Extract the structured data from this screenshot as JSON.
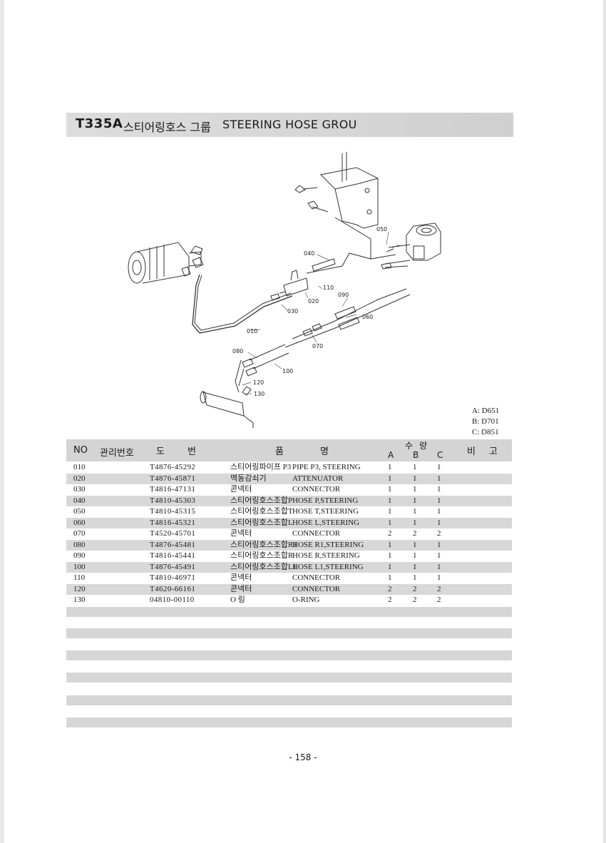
{
  "header": {
    "code": "T335A",
    "title_ko": "스티어링호스 그룹",
    "title_en": "STEERING HOSE GROU"
  },
  "diagram": {
    "labels": [
      "050",
      "040",
      "110",
      "020",
      "090",
      "060",
      "030",
      "010",
      "070",
      "080",
      "100",
      "120",
      "130"
    ]
  },
  "legend": [
    "A: D651",
    "B: D701",
    "C: D851"
  ],
  "table": {
    "headers": {
      "no": "NO",
      "mgmt": "관리번호",
      "part_d": "도",
      "part_b": "번",
      "name_p": "품",
      "name_m": "명",
      "qty_s": "수",
      "qty_r": "량",
      "a": "A",
      "b": "B",
      "c": "C",
      "note_b": "비",
      "note_g": "고"
    },
    "rows": [
      {
        "no": "010",
        "part": "T4876-45292",
        "ko": "스티어링파이프 P3",
        "en": "PIPE P3, STEERING",
        "a": "1",
        "b": "1",
        "c": "1"
      },
      {
        "no": "020",
        "part": "T4876-45871",
        "ko": "맥동감쇠기",
        "en": "ATTENUATOR",
        "a": "1",
        "b": "1",
        "c": "1"
      },
      {
        "no": "030",
        "part": "T4816-47131",
        "ko": "콘넥터",
        "en": "CONNECTOR",
        "a": "1",
        "b": "1",
        "c": "1"
      },
      {
        "no": "040",
        "part": "T4810-45303",
        "ko": "스티어링호스조합P",
        "en": "HOSE P,STEERING",
        "a": "1",
        "b": "1",
        "c": "1"
      },
      {
        "no": "050",
        "part": "T4810-45315",
        "ko": "스티어링호스조합T",
        "en": "HOSE T,STEERING",
        "a": "1",
        "b": "1",
        "c": "1"
      },
      {
        "no": "060",
        "part": "T4816-45321",
        "ko": "스티어링호스조합L",
        "en": "HOSE L,STEERING",
        "a": "1",
        "b": "1",
        "c": "1"
      },
      {
        "no": "070",
        "part": "T4520-45701",
        "ko": "콘넥터",
        "en": "CONNECTOR",
        "a": "2",
        "b": "2",
        "c": "2"
      },
      {
        "no": "080",
        "part": "T4876-45481",
        "ko": "스티어링호스조합R1",
        "en": "HOSE R1,STEERING",
        "a": "1",
        "b": "1",
        "c": "1"
      },
      {
        "no": "090",
        "part": "T4816-45441",
        "ko": "스티어링호스조합R",
        "en": "HOSE R,STEERING",
        "a": "1",
        "b": "1",
        "c": "1"
      },
      {
        "no": "100",
        "part": "T4876-45491",
        "ko": "스티어링호스조합L1",
        "en": "HOSE L1,STEERING",
        "a": "1",
        "b": "1",
        "c": "1"
      },
      {
        "no": "110",
        "part": "T4810-46971",
        "ko": "콘넥터",
        "en": "CONNECTOR",
        "a": "1",
        "b": "1",
        "c": "1"
      },
      {
        "no": "120",
        "part": "T4620-66161",
        "ko": "콘넥터",
        "en": "CONNECTOR",
        "a": "2",
        "b": "2",
        "c": "2"
      },
      {
        "no": "130",
        "part": "04810-00110",
        "ko": "O 링",
        "en": "O-RING",
        "a": "2",
        "b": "2",
        "c": "2"
      }
    ]
  },
  "footer": {
    "page": "- 158 -"
  }
}
